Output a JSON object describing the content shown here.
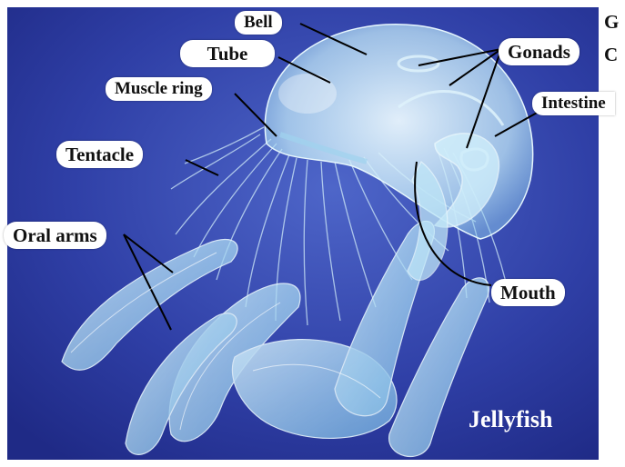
{
  "labels": {
    "bell": "Bell",
    "tube": "Tube",
    "muscle_ring": "Muscle ring",
    "tentacle": "Tentacle",
    "oral_arms": "Oral arms",
    "gonads": "Gonads",
    "intestine": "Intestine",
    "mouth": "Mouth"
  },
  "caption": "Jellyfish",
  "clipped_side_text": [
    "G",
    "C"
  ],
  "colors": {
    "background_deep": "#1f2a86",
    "background_light": "#4e66c9",
    "jelly_body": "#bfe6f7",
    "label_box": "#ffffff",
    "leader_line": "#000000"
  }
}
